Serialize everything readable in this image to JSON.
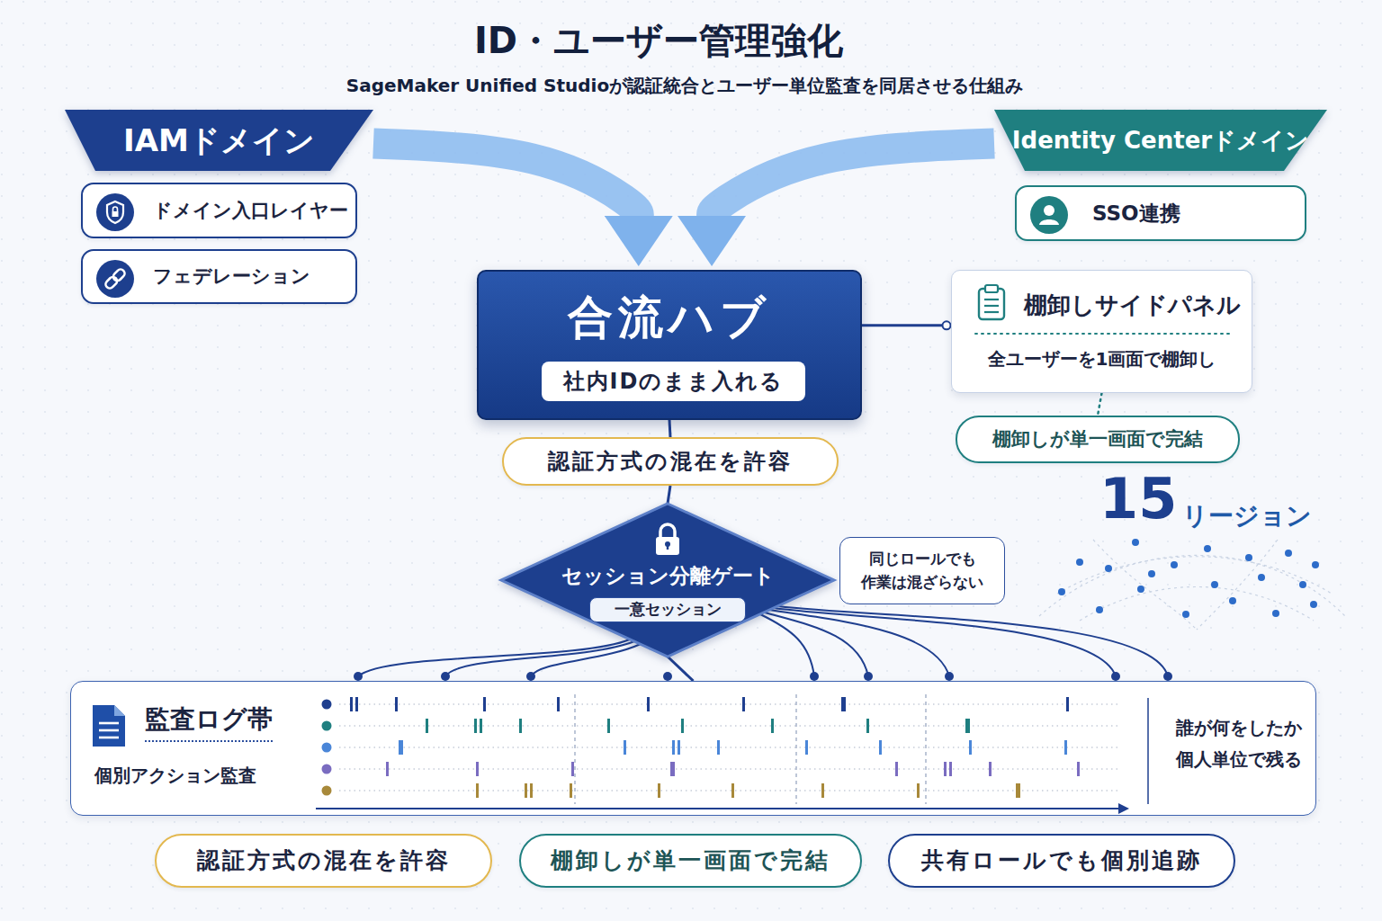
{
  "diagram": {
    "title": "ID・ユーザー管理強化",
    "caption": "SageMaker Unified Studioが認証統合とユーザー単位監査を同居させる仕組み",
    "nodes": [
      {
        "text": [
          "IAMドメイン"
        ]
      },
      {
        "text": [
          "ドメイン入口レイヤー"
        ]
      },
      {
        "text": [
          "フェデレーション"
        ]
      },
      {
        "text": [
          "Identity Centerドメイン"
        ]
      },
      {
        "text": [
          "SSO連携"
        ]
      },
      {
        "text": [
          "合流ハブ"
        ]
      },
      {
        "text": [
          "社内IDのまま入れる"
        ],
        "in": 5
      },
      {
        "text": [
          "棚卸しサイドパネル",
          "全ユーザーを1画面で棚卸し"
        ]
      },
      {
        "text": [
          "棚卸しが単一画面で完結"
        ]
      },
      {
        "text": [
          "認証方式の混在を許容"
        ]
      },
      {
        "text": [
          "セッション分離ゲート"
        ]
      },
      {
        "text": [
          "一意セッション"
        ],
        "in": 10
      },
      {
        "text": [
          "同じロールでも 作業は混ざらない"
        ]
      },
      {
        "text": [
          "監査ログ帯",
          "個別アクション監査",
          "誰が何をしたか 個人単位で残る"
        ]
      },
      {
        "text": [
          "認証方式の混在を許容"
        ]
      },
      {
        "text": [
          "棚卸しが単一画面で完結"
        ]
      },
      {
        "text": [
          "共有ロールでも個別追跡"
        ]
      }
    ],
    "edges": [
      {
        "from": 0,
        "to": 5,
        "arrow": "to"
      },
      {
        "from": 3,
        "to": 5,
        "arrow": "to"
      },
      {
        "from": 5,
        "to": 7,
        "arrow": "none"
      },
      {
        "from": 7,
        "to": 8,
        "arrow": "none"
      },
      {
        "from": 5,
        "to": 9,
        "arrow": "none"
      },
      {
        "from": 9,
        "to": 10,
        "arrow": "none"
      },
      {
        "from": 10,
        "to": 13,
        "arrow": "none"
      }
    ],
    "labels": [
      "15",
      "リージョン"
    ]
  }
}
